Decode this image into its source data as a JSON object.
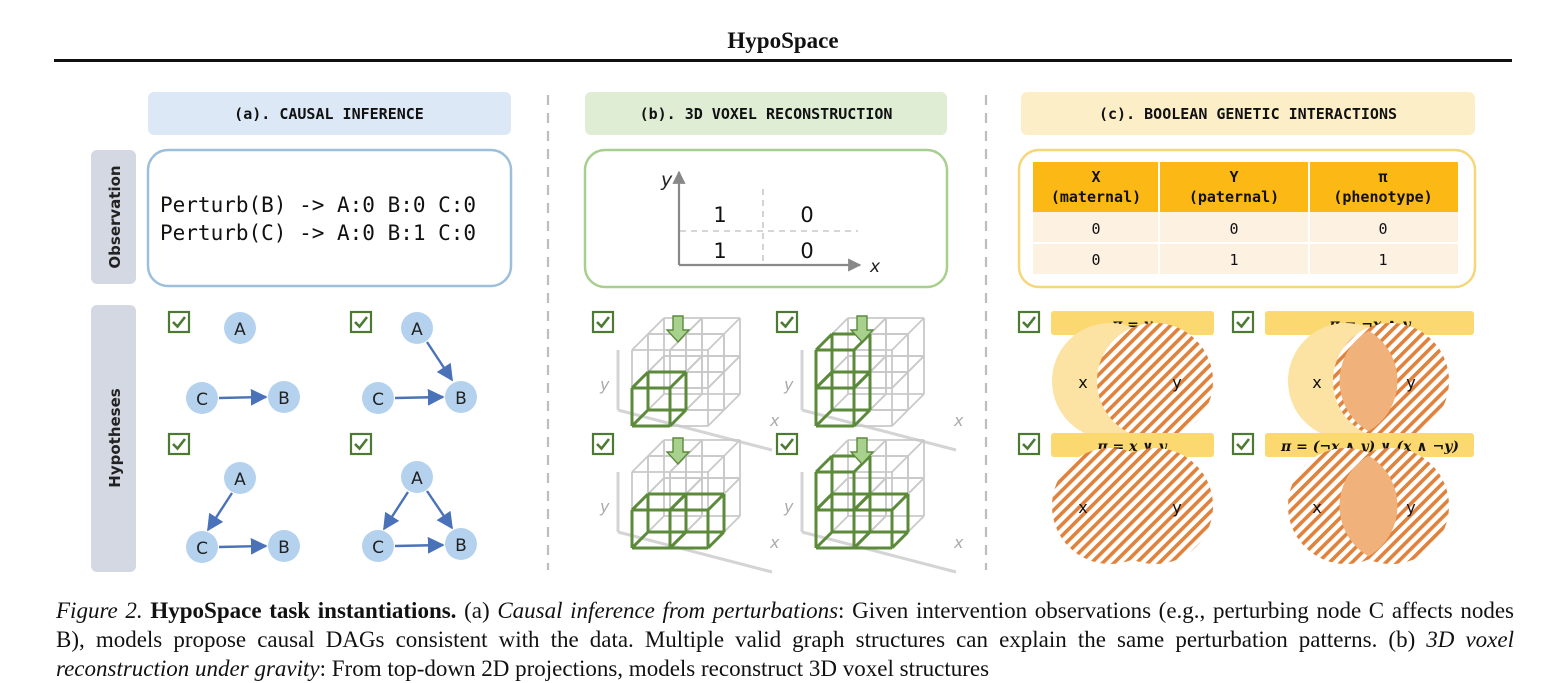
{
  "running_head": "HypoSpace",
  "figure": {
    "row_labels": {
      "observation": "Observation",
      "hypotheses": "Hypotheses"
    },
    "panel_a": {
      "header": "(a). CAUSAL INFERENCE",
      "observations": [
        "Perturb(B) -> A:0 B:0 C:0",
        "Perturb(C) -> A:0 B:1 C:0"
      ],
      "node_labels": {
        "a": "A",
        "b": "B",
        "c": "C"
      }
    },
    "panel_b": {
      "header": "(b). 3D VOXEL RECONSTRUCTION",
      "projection": {
        "cells": [
          "1",
          "0",
          "1",
          "0"
        ],
        "x_axis": "x",
        "y_axis": "y"
      },
      "axis_labels": {
        "x": "x",
        "y": "y"
      }
    },
    "panel_c": {
      "header": "(c). BOOLEAN GENETIC INTERACTIONS",
      "table": {
        "headers": [
          [
            "X",
            "(maternal)"
          ],
          [
            "Y",
            "(paternal)"
          ],
          [
            "π",
            "(phenotype)"
          ]
        ],
        "rows": [
          [
            "0",
            "0",
            "0"
          ],
          [
            "0",
            "1",
            "1"
          ]
        ]
      },
      "formulas": [
        "π = y",
        "π = ¬x ∧ y",
        "π = x ∨ y",
        "π = (¬x ∧ y) ∨ (x ∧ ¬y)"
      ],
      "set_labels": {
        "x": "x",
        "y": "y"
      }
    }
  },
  "caption": {
    "prefix": "Figure 2.",
    "title": "HypoSpace task instantiations.",
    "part_a_label": "(a)",
    "part_a_italic": "Causal inference from perturbations",
    "part_a_text": ": Given intervention observations (e.g., perturbing node C affects nodes B), models propose causal DAGs consistent with the data. Multiple valid graph structures can explain the same perturbation patterns.",
    "part_b_label": "(b)",
    "part_b_italic": "3D voxel reconstruction under gravity",
    "part_b_text": ": From top-down 2D projections, models reconstruct 3D voxel structures"
  },
  "colors": {
    "panel_a": "#dce8f5",
    "panel_a_border": "#9dbfdc",
    "panel_b": "#deedd4",
    "panel_b_border": "#a7cf8e",
    "panel_c": "#fcefc8",
    "panel_c_border": "#f5d77a",
    "row_label_bg": "#d4d8e2",
    "node": "#b4d2ee",
    "edge": "#4a72b8",
    "check": "#4d7a33",
    "voxel_green": "#5b8a3a",
    "orange": "#f0b27a",
    "hatch": "#e0823c",
    "formula_bg": "#fbd870",
    "table_header": "#fcb814"
  }
}
